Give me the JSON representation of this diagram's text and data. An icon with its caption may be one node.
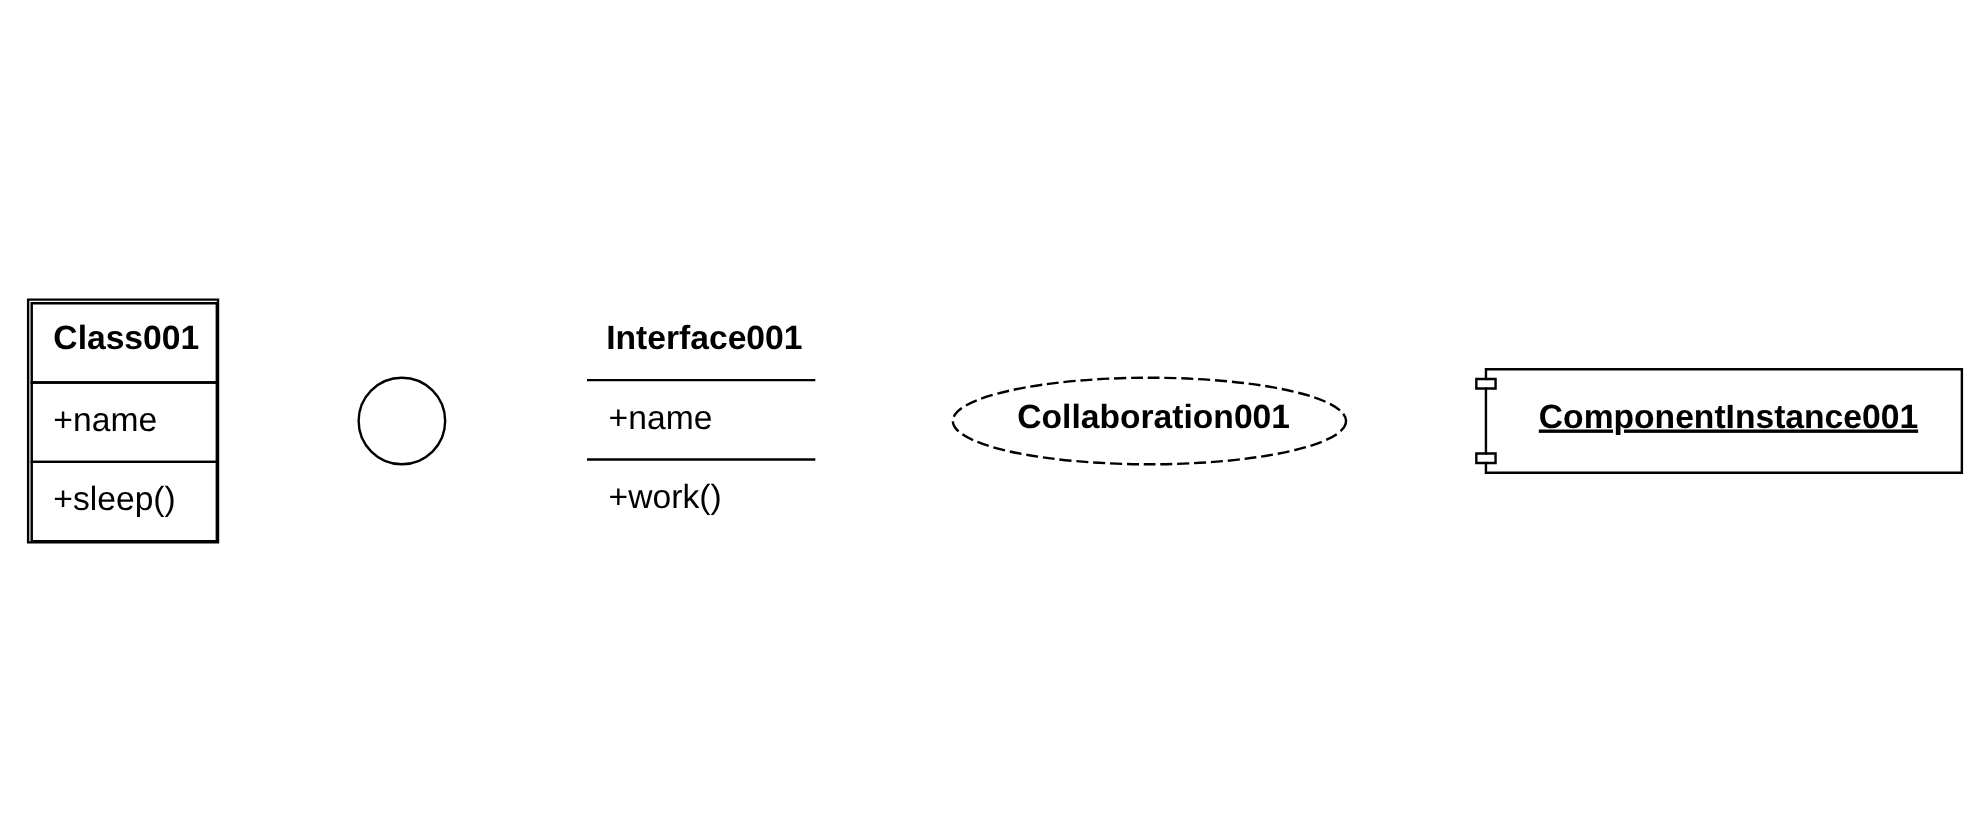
{
  "diagram": {
    "nodes": [
      {
        "text": [
          "Class001",
          "+name",
          "+sleep()"
        ]
      },
      {
        "text": [],
        "shape": "circle"
      },
      {
        "text": [
          "Interface001",
          "+name",
          "+work()"
        ]
      },
      {
        "text": [
          "Collaboration001"
        ]
      },
      {
        "text": [
          "ComponentInstance001"
        ]
      }
    ]
  }
}
